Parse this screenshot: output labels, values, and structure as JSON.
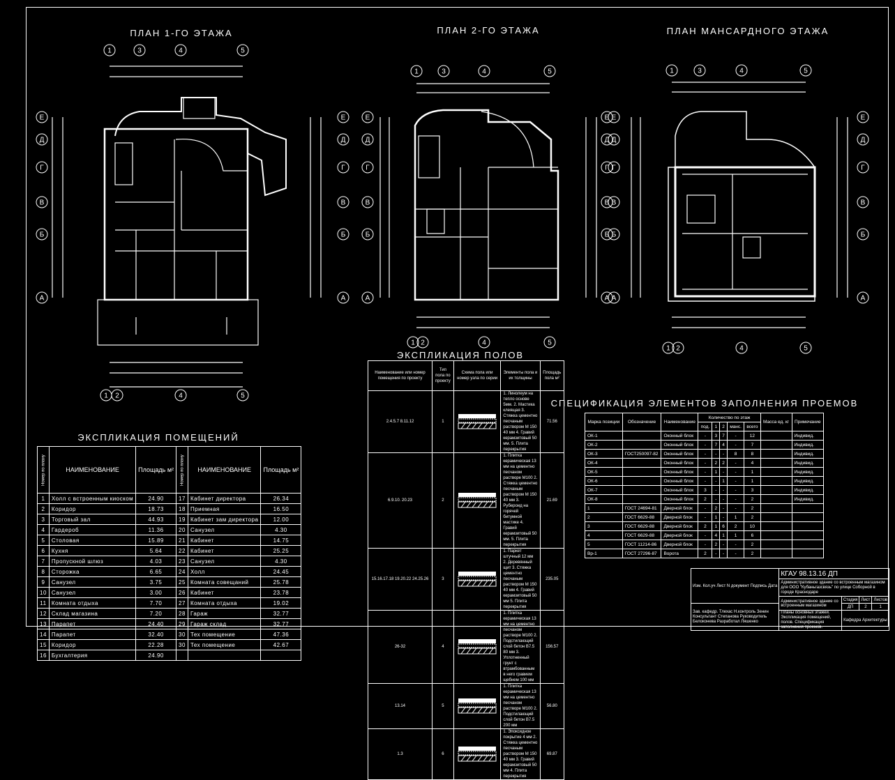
{
  "titles": {
    "plan1": "ПЛАН 1-ГО ЭТАЖА",
    "plan2": "ПЛАН 2-ГО ЭТАЖА",
    "plan3": "ПЛАН МАНСАРДНОГО ЭТАЖА",
    "rooms": "ЭКСПЛИКАЦИЯ ПОМЕЩЕНИЙ",
    "floors": "ЭКСПЛИКАЦИЯ ПОЛОВ",
    "spec": "СПЕЦИФИКАЦИЯ ЭЛЕМЕНТОВ ЗАПОЛНЕНИЯ ПРОЕМОВ"
  },
  "axes": {
    "numbers": [
      "1",
      "3",
      "4",
      "5"
    ],
    "bottom_numbers": [
      "1",
      "2",
      "4",
      "5"
    ],
    "letters": [
      "Е",
      "Д",
      "Г",
      "В",
      "Б",
      "А"
    ]
  },
  "rooms": {
    "headers": {
      "num": "Номер по плану",
      "name": "НАИМЕНОВАНИЕ",
      "area": "Площадь м²"
    },
    "left": [
      [
        "1",
        "Холл с встроенным киоском",
        "24.90"
      ],
      [
        "2",
        "Коридор",
        "18.73"
      ],
      [
        "3",
        "Торговый зал",
        "44.93"
      ],
      [
        "4",
        "Гардероб",
        "11.36"
      ],
      [
        "5",
        "Столовая",
        "15.89"
      ],
      [
        "6",
        "Кухня",
        "5.64"
      ],
      [
        "7",
        "Пропускной шлюз",
        "4.03"
      ],
      [
        "8",
        "Сторожка",
        "6.65"
      ],
      [
        "9",
        "Санузел",
        "3.75"
      ],
      [
        "10",
        "Санузел",
        "3.00"
      ],
      [
        "11",
        "Комната отдыха",
        "7.70"
      ],
      [
        "12",
        "Склад магазина",
        "7.20"
      ],
      [
        "13",
        "Парапет",
        "24.40"
      ],
      [
        "14",
        "Парапет",
        "32.40"
      ],
      [
        "15",
        "Коридор",
        "22.28"
      ],
      [
        "16",
        "Бухгалтерия",
        "24.90"
      ]
    ],
    "right": [
      [
        "17",
        "Кабинет директора",
        "26.34"
      ],
      [
        "18",
        "Приемная",
        "16.50"
      ],
      [
        "19",
        "Кабинет зам директора",
        "12.00"
      ],
      [
        "20",
        "Санузел",
        "4.30"
      ],
      [
        "21",
        "Кабинет",
        "14.75"
      ],
      [
        "22",
        "Кабинет",
        "25.25"
      ],
      [
        "23",
        "Санузел",
        "4.30"
      ],
      [
        "24",
        "Холл",
        "24.45"
      ],
      [
        "25",
        "Комната совещаний",
        "25.78"
      ],
      [
        "26",
        "Кабинет",
        "23.78"
      ],
      [
        "27",
        "Комната отдыха",
        "19.02"
      ],
      [
        "28",
        "Гараж",
        "32.77"
      ],
      [
        "29",
        "Гараж склад",
        "32.77"
      ],
      [
        "30",
        "Тех помещение",
        "47.36"
      ],
      [
        "30",
        "Тех помещение",
        "42.67"
      ],
      [
        "",
        "",
        " "
      ]
    ]
  },
  "floors": {
    "headers": [
      "Наименование или номер помещения по проекту",
      "Тип пола по проекту",
      "Схема пола или номер узла по серии",
      "Элементы пола и их толщины",
      "Площадь пола м²"
    ],
    "rows": [
      {
        "rooms": "2.4.5.7 8.11.12",
        "type": "1",
        "elements": "1. Линолеум на тепло основе 5мм. 2. Мастика клеящая 3. Стяжка цементно песчаным раствором М 150 40 мм 4. Гравий керамзитовый 50 мм. 5. Плита перекрытия",
        "area": "71.56"
      },
      {
        "rooms": "6.9.10. 20.23",
        "type": "2",
        "elements": "1. Плитка керамическая 13 мм на цементно песчаном растворе М100 2. Стяжка цементно песчаным раствором М 150 40 мм 3. Рубероид на горячей битумной мастике 4. Гравий керамзитовый 50 мм. 5. Плита перекрытия",
        "area": "21.69"
      },
      {
        "rooms": "15.16.17.18 19.20.22 24.25.26",
        "type": "3",
        "elements": "1. Паркет штучный 12 мм 2. Деревянный щит 3. Стяжка цементно песчаным раствором М 150 40 мм 4. Гравий керамзитовый 50 мм 5. Плита перекрытия",
        "area": "235.05"
      },
      {
        "rooms": "26-32",
        "type": "4",
        "elements": "1. Плитка керамическая 13 мм на цементно песчаном растворе М100 2. Подстилающий слой бетон В7.5 80 мм 3. Уплотненный грунт с втрамбованным в него гравием щебнем 100 мм",
        "area": "156.57"
      },
      {
        "rooms": "13.14",
        "type": "5",
        "elements": "1. Плитка керамическая 13 мм на цементно песчаном растворе М100 2. Подстилающий слой бетон В7.5 200 мм",
        "area": "56.80"
      },
      {
        "rooms": "1.3",
        "type": "6",
        "elements": "1. Эпоксидное покрытие 4 мм 2. Стяжка цементно песчаным раствором М 150 40 мм 3. Гравий керамзитовый 50 мм 4. Плита перекрытия",
        "area": "69.87"
      }
    ]
  },
  "spec": {
    "headers": {
      "mark": "Марка позиции",
      "designation": "Обозначение",
      "name": "Наименование",
      "qty": "Количество по этаж",
      "floors": [
        "под.",
        "1",
        "2",
        "манс.",
        "всего"
      ],
      "mass": "Масса ед. кг",
      "note": "Примечание"
    },
    "rows": [
      [
        "ОК-1",
        "",
        "Оконный блок",
        "-",
        "3",
        "7",
        "-",
        "12",
        "",
        "Индивид."
      ],
      [
        "ОК-2",
        "",
        "Оконный блок",
        "-",
        "7",
        "4",
        "-",
        "7",
        "",
        "Индивид."
      ],
      [
        "ОК-3",
        "ГОСТ250097-82",
        "Оконный блок",
        "-",
        "-",
        "-",
        "8",
        "8",
        "",
        "Индивид."
      ],
      [
        "ОК-4",
        "",
        "Оконный блок",
        "-",
        "2",
        "2",
        "-",
        "4",
        "",
        "Индивид."
      ],
      [
        "ОК-5",
        "",
        "Оконный блок",
        "-",
        "1",
        "-",
        "-",
        "1",
        "",
        "Индивид."
      ],
      [
        "ОК-6",
        "",
        "Оконный блок",
        "-",
        "-",
        "1",
        "-",
        "1",
        "",
        "Индивид."
      ],
      [
        "ОК-7",
        "",
        "Оконный блок",
        "3",
        "-",
        "-",
        "-",
        "3",
        "",
        "Индивид."
      ],
      [
        "ОК-8",
        "",
        "Оконный блок",
        "2",
        "-",
        "-",
        "-",
        "2",
        "",
        "Индивид."
      ],
      [
        "1",
        "ГОСТ 24694-81",
        "Дверной блок",
        "-",
        "2",
        "-",
        "-",
        "2",
        "",
        ""
      ],
      [
        "2",
        "ГОСТ 6629-88",
        "Дверной блок",
        "-",
        "1",
        "-",
        "1",
        "2",
        "",
        ""
      ],
      [
        "3",
        "ГОСТ 6629-88",
        "Дверной блок",
        "2",
        "1",
        "6",
        "2",
        "10",
        "",
        ""
      ],
      [
        "4",
        "ГОСТ 6629-88",
        "Дверной блок",
        "-",
        "4",
        "1",
        "1",
        "6",
        "",
        ""
      ],
      [
        "5",
        "ГОСТ 11214-86",
        "Дверной блок",
        "-",
        "2",
        "-",
        "-",
        "2",
        "",
        ""
      ],
      [
        "Вр-1",
        "ГОСТ 27296-87",
        "Ворота",
        "2",
        "-",
        "-",
        "-",
        "2",
        "",
        ""
      ]
    ]
  },
  "titleblock": {
    "code": "КГАУ 98.13.16 ДП",
    "project": "Административное здание со встроенным магазином для ООО \"Кубаньгазсвязь\" по улице Соборной в городе Краснодаре",
    "sheet_title": "Административное здание со встроенным магазином",
    "contents": "Планы основных этажей. Экспликация помещений, полов. Спецификация заполнения проемов.",
    "stage_label": "Стадия",
    "sheet_label": "Лист",
    "sheets_label": "Листов",
    "stage": "ДП",
    "sheet": "2",
    "sheets": "1",
    "org": "Кафедра Архитектуры",
    "labels": [
      "Изм.",
      "Кол.уч",
      "Лист",
      "N документ",
      "Подпись",
      "Дата",
      "Зав. кафедр.",
      "Н.контроль",
      "Консультант",
      "Руководитель",
      "Разработал"
    ],
    "names": [
      "Тлехас",
      "Зенин",
      "Степанова",
      "Белоконева",
      "Ляшенко"
    ]
  }
}
